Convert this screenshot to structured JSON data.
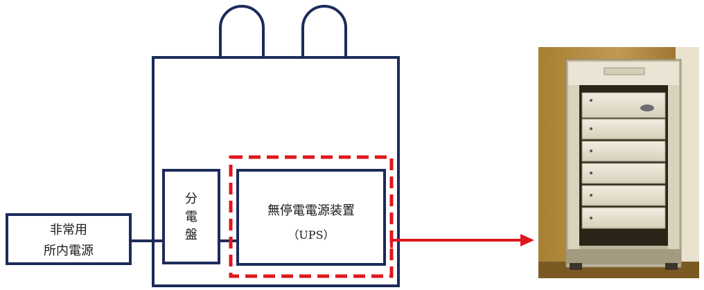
{
  "labels": {
    "source_line1": "非常用",
    "source_line2": "所内電源",
    "panel_chars": [
      "分",
      "電",
      "盤"
    ],
    "ups_line1": "無停電電源装置",
    "ups_line2": "（UPS）"
  },
  "colors": {
    "frame": "#1c2b5a",
    "highlight": "#e0161c",
    "arrow": "#e0161c",
    "cabinet_body": "#d9d2bd",
    "cabinet_frame": "#bcb39a",
    "cabinet_unit": "#ece7d8",
    "photo_bg": "#b08a3e"
  },
  "photo": {
    "depicts": "ups-rack-cabinet",
    "unit_count": 6
  }
}
